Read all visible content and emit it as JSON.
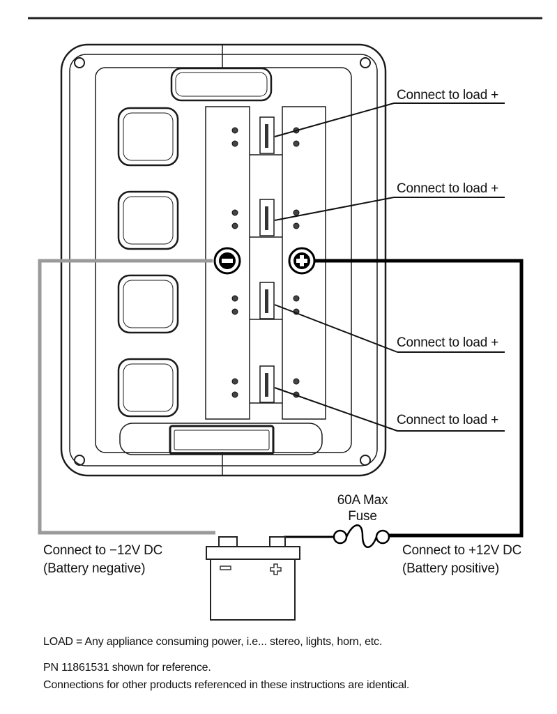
{
  "load_labels": [
    "Connect to load +",
    "Connect to load +",
    "Connect to load +",
    "Connect to load +"
  ],
  "negative": {
    "line1": "Connect to −12V DC",
    "line2": "(Battery negative)"
  },
  "positive": {
    "line1": "Connect to +12V DC",
    "line2": "(Battery positive)"
  },
  "fuse": {
    "line1": "60A Max",
    "line2": "Fuse"
  },
  "notes": {
    "load_def": "LOAD = Any appliance consuming power, i.e... stereo, lights, horn, etc.",
    "pn": "PN 11861531 shown for reference.",
    "identical": "Connections for other products referenced in these instructions are identical."
  },
  "colors": {
    "negative_wire": "#9a9a9a",
    "positive_wire": "#000000",
    "outline": "#1a1a1a"
  }
}
